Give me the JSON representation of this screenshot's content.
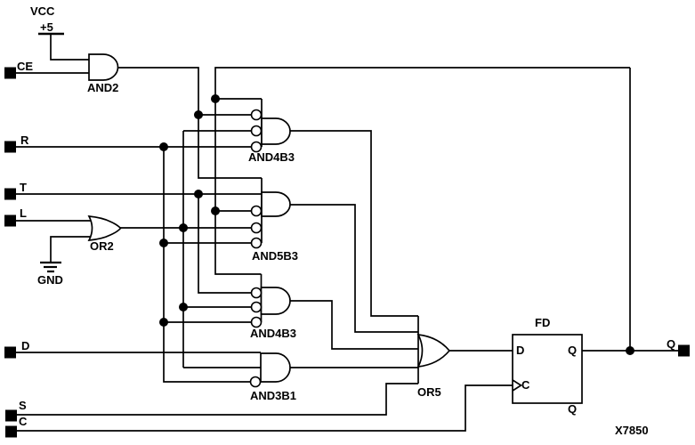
{
  "sheet": {
    "part_label": "X7850"
  },
  "power": {
    "vcc": "VCC",
    "vcc_value": "+5",
    "gnd": "GND"
  },
  "inputs": {
    "ce": "CE",
    "r": "R",
    "t": "T",
    "l": "L",
    "d": "D",
    "s": "S",
    "c": "C"
  },
  "output": {
    "q": "Q"
  },
  "gates": {
    "and2": "AND2",
    "or2": "OR2",
    "and4b3_top": "AND4B3",
    "and5b3": "AND5B3",
    "and4b3_mid": "AND4B3",
    "and3b1": "AND3B1",
    "or5": "OR5"
  },
  "flipflop": {
    "symbol": "FD",
    "pin_d": "D",
    "pin_c": "C",
    "pin_q": "Q",
    "pin_q_bottom": "Q"
  }
}
